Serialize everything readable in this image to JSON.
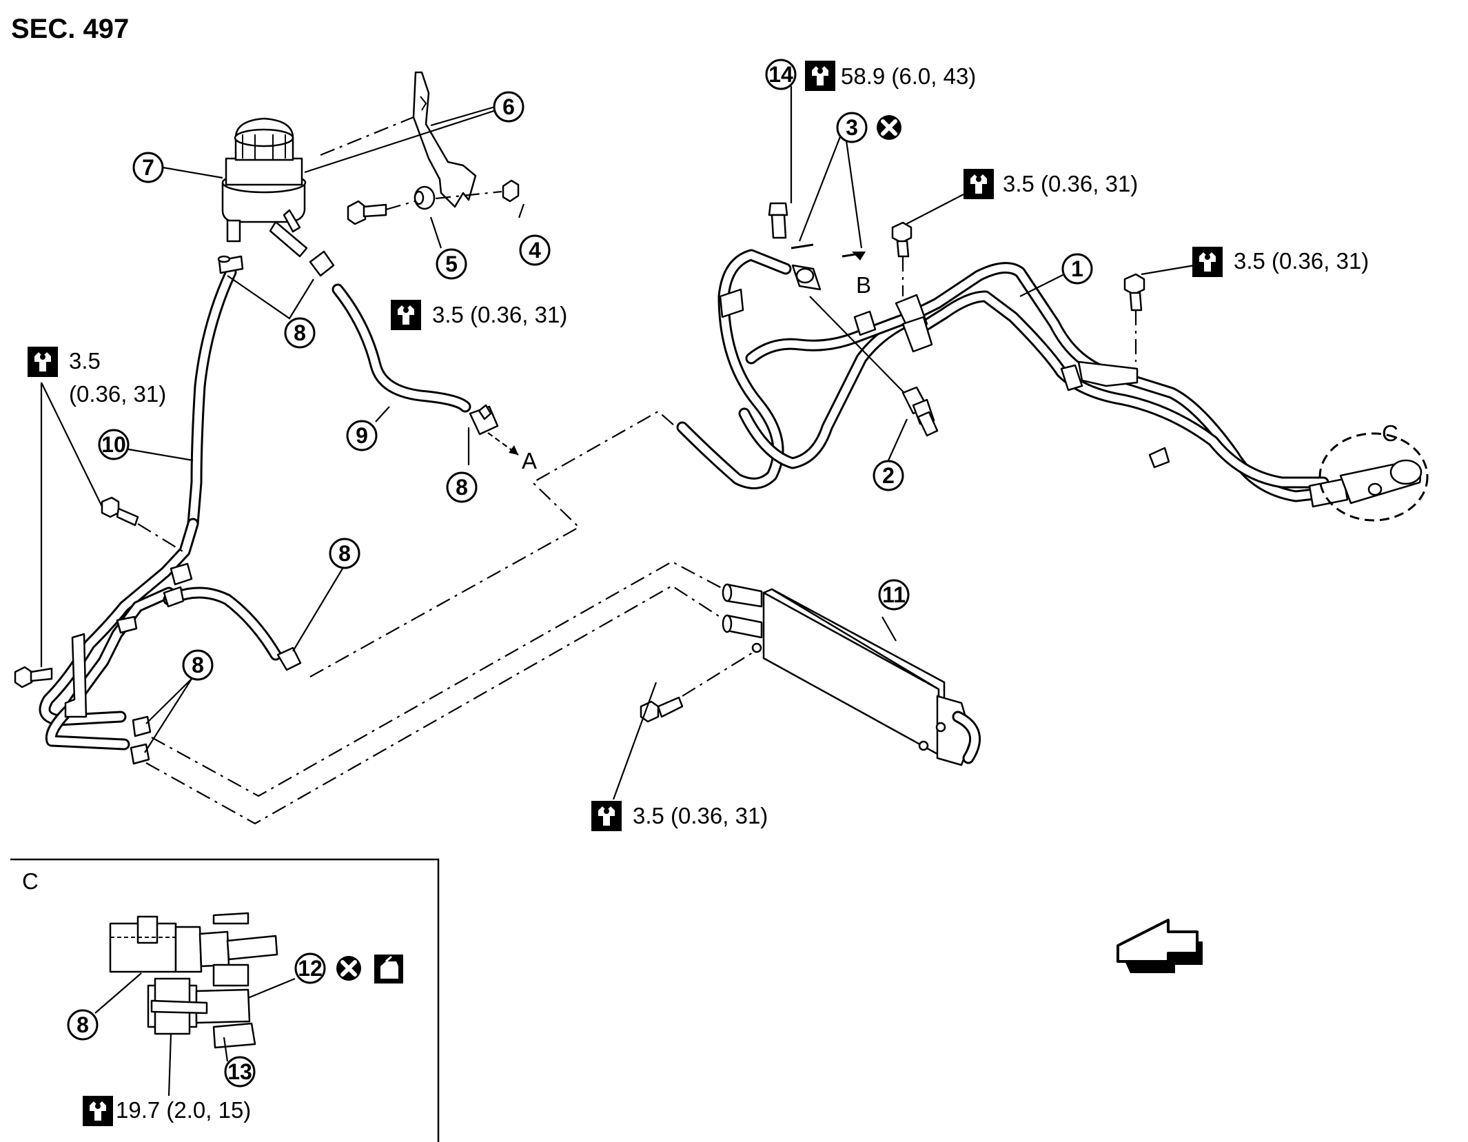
{
  "section_title": "SEC. 497",
  "torque_specs": {
    "bolt_14": "58.9 (6.0, 43)",
    "bracket_bolt_right_upper": "3.5 (0.36, 31)",
    "bracket_bolt_right": "3.5 (0.36, 31)",
    "tank_bolt": "3.5 (0.36, 31)",
    "left_bolts_value": "3.5",
    "left_bolts_units": "(0.36, 31)",
    "cooler_bolt": "3.5 (0.36, 31)",
    "detail_nut": "19.7 (2.0, 15)"
  },
  "callouts": [
    "1",
    "2",
    "3",
    "4",
    "5",
    "6",
    "7",
    "8",
    "9",
    "10",
    "11",
    "12",
    "13",
    "14"
  ],
  "markers": {
    "a": "A",
    "b": "B",
    "c": "C"
  },
  "detail_view_label": "C",
  "icons": [
    "torque-wrench-icon",
    "do-not-reuse-icon",
    "apply-fluid-icon",
    "front-direction-arrow-icon"
  ]
}
